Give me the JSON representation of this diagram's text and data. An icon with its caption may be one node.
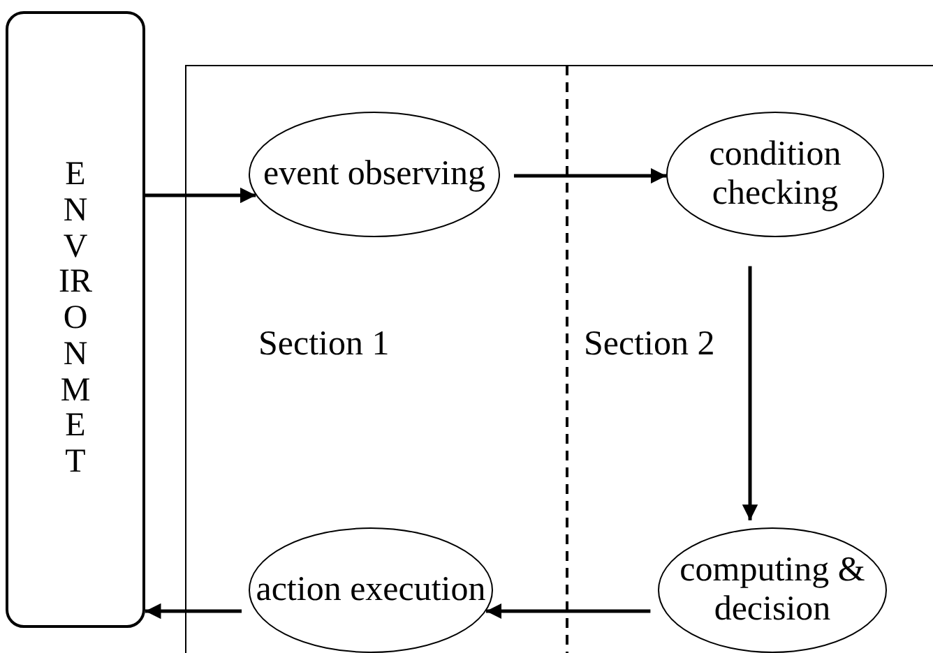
{
  "diagram": {
    "nodes": [
      {
        "text": [
          "ENVIRONMET"
        ]
      },
      {
        "text": [
          "event observing"
        ]
      },
      {
        "text": [
          "condition checking"
        ]
      },
      {
        "text": [
          "computing & decision"
        ]
      },
      {
        "text": [
          "action execution"
        ]
      }
    ],
    "edges": [
      {
        "from": 0,
        "to": 1,
        "arrow": "to"
      },
      {
        "from": 1,
        "to": 2,
        "arrow": "to"
      },
      {
        "from": 2,
        "to": 3,
        "arrow": "to"
      },
      {
        "from": 3,
        "to": 4,
        "arrow": "to"
      },
      {
        "from": 4,
        "to": 0,
        "arrow": "to"
      }
    ],
    "labels": [
      "Section 1",
      "Section 2"
    ]
  }
}
